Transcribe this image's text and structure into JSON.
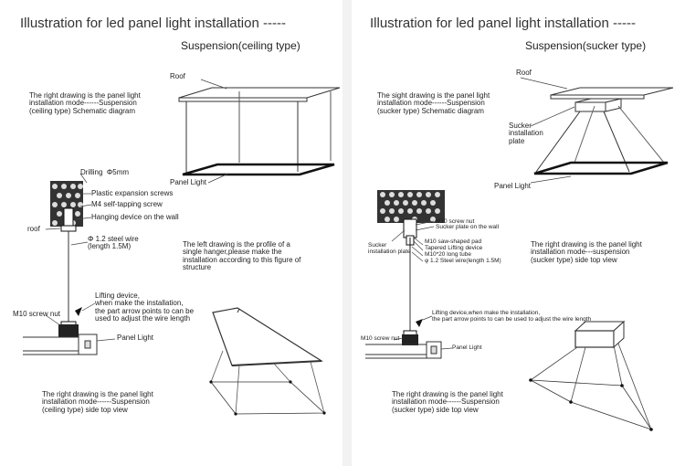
{
  "left": {
    "title": "Illustration for led panel light installation -----",
    "subtitle": "Suspension(ceiling type)",
    "roof": "Roof",
    "desc_top": "The right drawing is the panel light\ninstallation mode------Suspension\n(ceiling type) Schematic diagram",
    "panel_light_1": "Panel Light",
    "drilling": "Drilling  Φ5mm",
    "plastic_screws": "Plastic expansion screws",
    "m4_screw": "M4 self-tapping screw",
    "hanging_device": "Hanging device on the wall",
    "roof_small": "roof",
    "steel_wire": "Φ 1.2 steel wire\n(length 1.5M)",
    "profile_text": "The left drawing is the profile of a\nsingle hanger,please make the\ninstallation according to this figure of\nstructure",
    "lifting": "Lifting device,\nwhen make the installation,\nthe part arrow points to can be\nused to adjust the wire length",
    "m10": "M10 screw nut",
    "panel_light_2": "Panel Light",
    "desc_bottom": "The right drawing is the panel light\ninstallation mode------Suspension\n(ceiling type) side top view"
  },
  "right": {
    "title": "Illustration for led panel light installation -----",
    "subtitle": "Suspension(sucker type)",
    "roof": "Roof",
    "desc_top": "The sight drawing is the panel light\ninstallation mode------Suspension\n(sucker type) Schematic diagram",
    "sucker_plate": "Sucker\ninstallation\nplate",
    "panel_light_1": "Panel Light",
    "m10_top": "M10 screw nut",
    "sucker_wall": "Sucker plate on the wall",
    "sucker_small": "Sucker\ninstallation plate",
    "m10_saw": "M10 saw-shaped pad",
    "tapered": "Tapered Lifting device",
    "m10_long": "M10*20 long tube",
    "steel_wire": "φ 1.2 Steel wire(length 1.5M)",
    "side_view_text": "The right drawing is the panel light\ninstallation mode---suspension\n(sucker type) side top view",
    "lifting": "Lifting device,when make the installation,\nthe part arrow points to can be used to adjust the wire length",
    "m10_bottom": "M10 screw nut",
    "panel_light_2": "Panel Light",
    "desc_bottom": "The right drawing is the panel light\ninstallation mode------Suspension\n(sucker type) side top view"
  }
}
